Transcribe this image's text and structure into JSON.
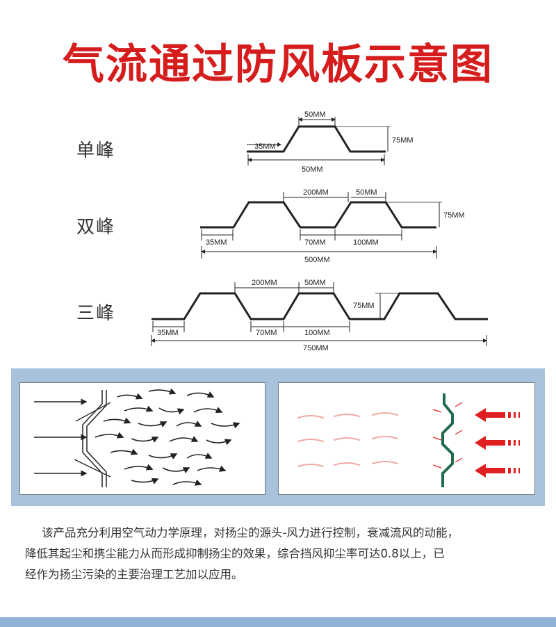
{
  "title": "气流通过防风板示意图",
  "profiles": [
    {
      "label": "单峰",
      "dims": {
        "top": "50MM",
        "side": "35MM",
        "height": "75MM",
        "total": "50MM"
      }
    },
    {
      "label": "双峰",
      "dims": {
        "gap": "200MM",
        "top": "50MM",
        "height": "75MM",
        "edge": "35MM",
        "bottom": "70MM",
        "pitch": "100MM",
        "total": "500MM"
      }
    },
    {
      "label": "三峰",
      "dims": {
        "gap": "200MM",
        "top": "50MM",
        "height": "75MM",
        "edge": "35MM",
        "bottom": "70MM",
        "pitch": "100MM",
        "total": "750MM"
      }
    }
  ],
  "colors": {
    "title": "#d61d1d",
    "panel_band": "#a8c2dc",
    "barrier_green": "#1f6b4d",
    "arrow_red": "#e02020",
    "flow_pink": "#f0a8a0"
  },
  "description": [
    "该产品充分利用空气动力学原理，对扬尘的源头-风力进行控制，衰减流风的动能，",
    "降低其起尘和携尘能力从而形成抑制扬尘的效果，综合挡风抑尘率可达0.8以上，已",
    "经作为扬尘污染的主要治理工艺加以应用。"
  ]
}
